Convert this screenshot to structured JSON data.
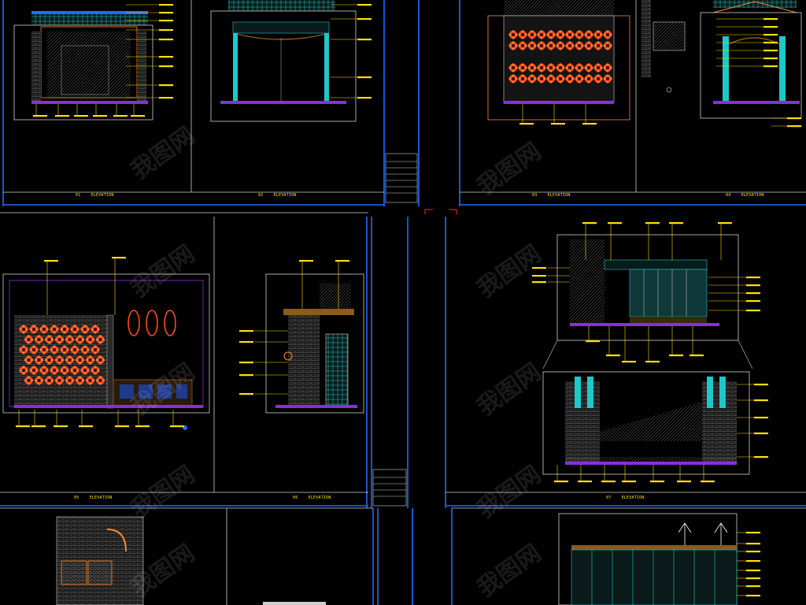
{
  "drawing": {
    "background": "#000000",
    "colors": {
      "frame_blue": "#1e6cff",
      "sheet_white": "#d8d8d8",
      "dimension_yellow": "#ffe000",
      "ornament_orange": "#ff4a12",
      "detail_cyan": "#1ec8c8",
      "wood_brown": "#8a5a1e",
      "base_purple": "#8a2fd8",
      "leader_red": "#ff2a2a"
    },
    "sheets": [
      {
        "tag": "01",
        "title": "ELEVATION"
      },
      {
        "tag": "02",
        "title": "ELEVATION"
      },
      {
        "tag": "03",
        "title": "ELEVATION"
      },
      {
        "tag": "04",
        "title": "ELEVATION"
      },
      {
        "tag": "05",
        "title": "ELEVATION"
      },
      {
        "tag": "06",
        "title": "ELEVATION"
      },
      {
        "tag": "07",
        "title": "ELEVATION"
      }
    ],
    "watermark": "我图网"
  }
}
